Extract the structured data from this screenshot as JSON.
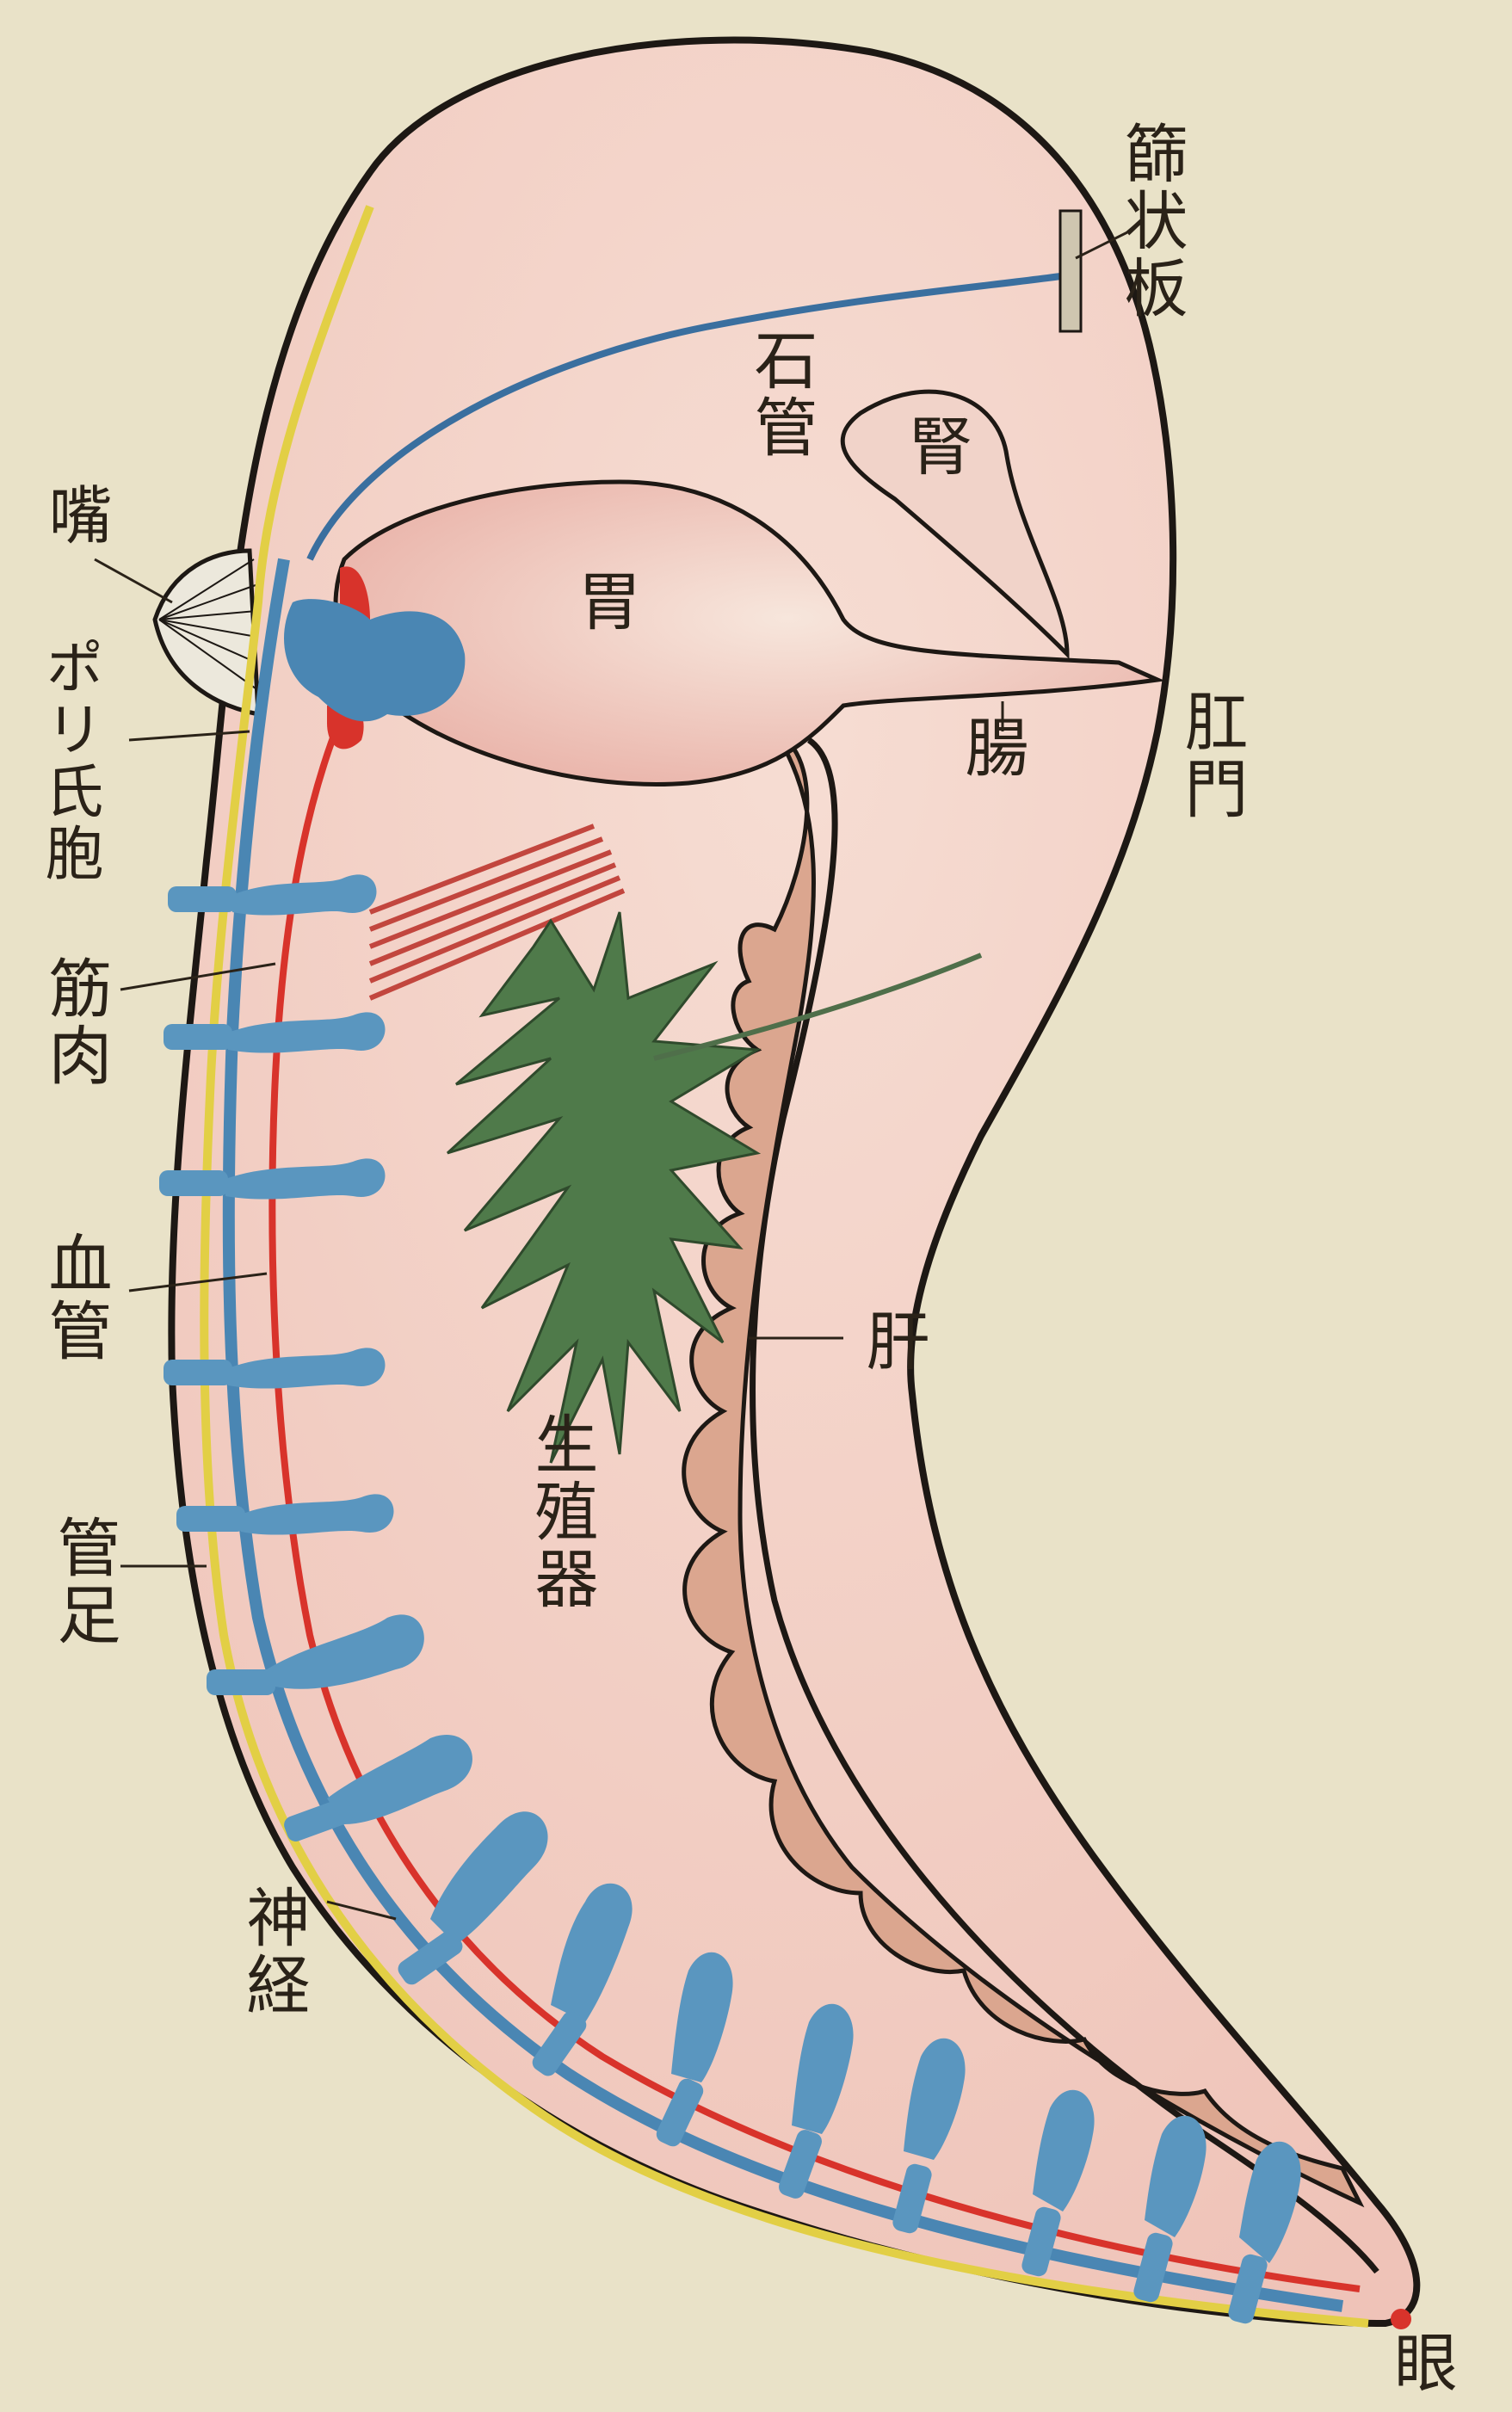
{
  "colors": {
    "paper": "#e9e2c8",
    "body_fill": "#f2cfc4",
    "outline": "#1d1814",
    "water_vascular": "#4a86b3",
    "ampulla": "#5a96bf",
    "blood_vessel": "#d8332b",
    "nerve": "#e2cf45",
    "liver": "#dba68f",
    "gonad": "#4f7a4a",
    "muscle": "#c2463e"
  },
  "labels": {
    "sieve_plate": "篩状板",
    "stone_canal": "石管",
    "kidney": "腎",
    "stomach": "胃",
    "mouth": "嘴",
    "polian_vesicle": "ポリ氏胞",
    "intestine": "腸",
    "anus": "肛門",
    "muscle": "筋肉",
    "blood_vessel": "血管",
    "liver": "肝",
    "gonad": "生殖器",
    "tube_foot": "管足",
    "nerve": "神経",
    "eye": "眼"
  }
}
